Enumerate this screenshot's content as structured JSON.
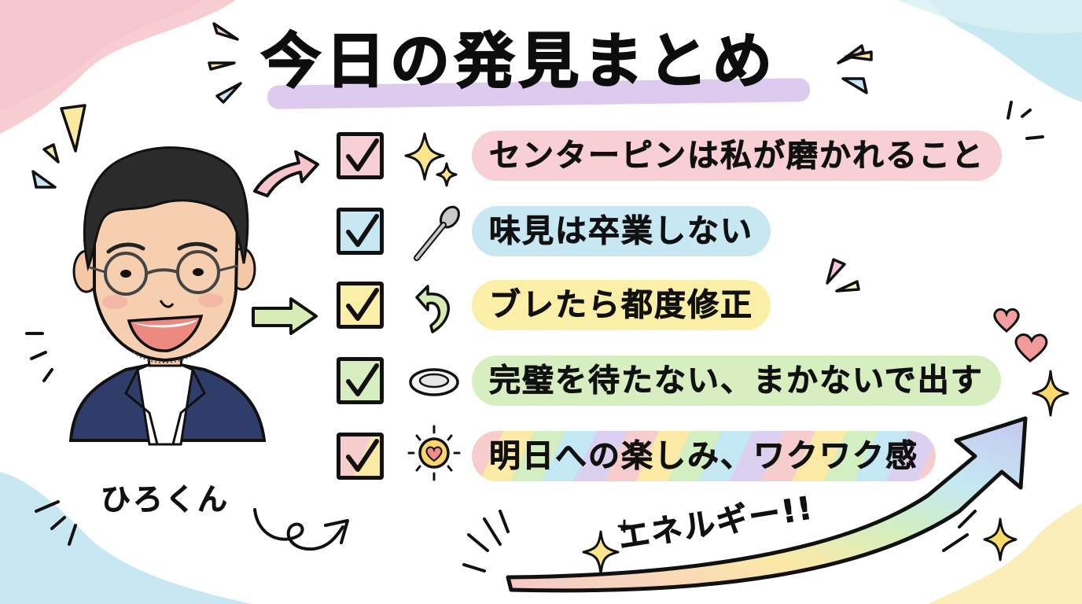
{
  "title": {
    "text": "今日の発見まとめ",
    "highlight_color": "#dccbee"
  },
  "person": {
    "name": "ひろくん",
    "jacket_color": "#2f3d6b",
    "hair_color": "#2b2b2b",
    "skin_color": "#f6cfb0"
  },
  "checklist": {
    "items": [
      {
        "text": "センターピンは私が磨かれること",
        "icon": "sparkle-icon",
        "color": "#f7cfd4",
        "checked": true
      },
      {
        "text": "味見は卒業しない",
        "icon": "spoon-icon",
        "color": "#c7e8f3",
        "checked": true
      },
      {
        "text": "ブレたら都度修正",
        "icon": "return-arrow-icon",
        "color": "#fbeea6",
        "checked": true
      },
      {
        "text": "完璧を待たない、まかないで出す",
        "icon": "plate-icon",
        "color": "#d7efc0",
        "checked": true
      },
      {
        "text": "明日への楽しみ、ワクワク感",
        "icon": "sun-heart-icon",
        "color": "rainbow",
        "checked": true
      }
    ]
  },
  "energy": {
    "text": "エネルギー!!"
  },
  "background": {
    "top_left_blob": "#f8cdd2",
    "top_right_blob": "#c6e9f1",
    "bottom_left_blob": "#c7e8f2",
    "bottom_right_blob": "#fbeeb8"
  }
}
